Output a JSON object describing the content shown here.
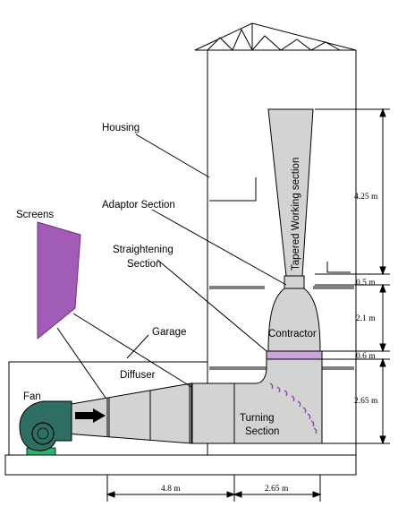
{
  "labels": {
    "housing": "Housing",
    "adaptor": "Adaptor Section",
    "screens": "Screens",
    "straightening_1": "Straightening",
    "straightening_2": "Section",
    "garage": "Garage",
    "diffuser": "Diffuser",
    "fan": "Fan",
    "contractor": "Contractor",
    "turning_1": "Turning",
    "turning_2": "Section",
    "working_section": "Tapered Working section"
  },
  "dimensions": {
    "working_height": "4.25 m",
    "adaptor_height": "0.5 m",
    "contractor_height": "2.1 m",
    "straightener_height": "0.6 m",
    "turning_height": "2.65 m",
    "diffuser_length": "4.8 m",
    "turning_length": "2.65 m"
  },
  "colors": {
    "section_fill": "#d3d3d3",
    "screen_fill": "#a35bb8",
    "fan_fill": "#2f6e63",
    "fan_base": "#2db36b",
    "turning_vanes": "#8e44ad",
    "straightener_band": "#c9a3d9"
  }
}
